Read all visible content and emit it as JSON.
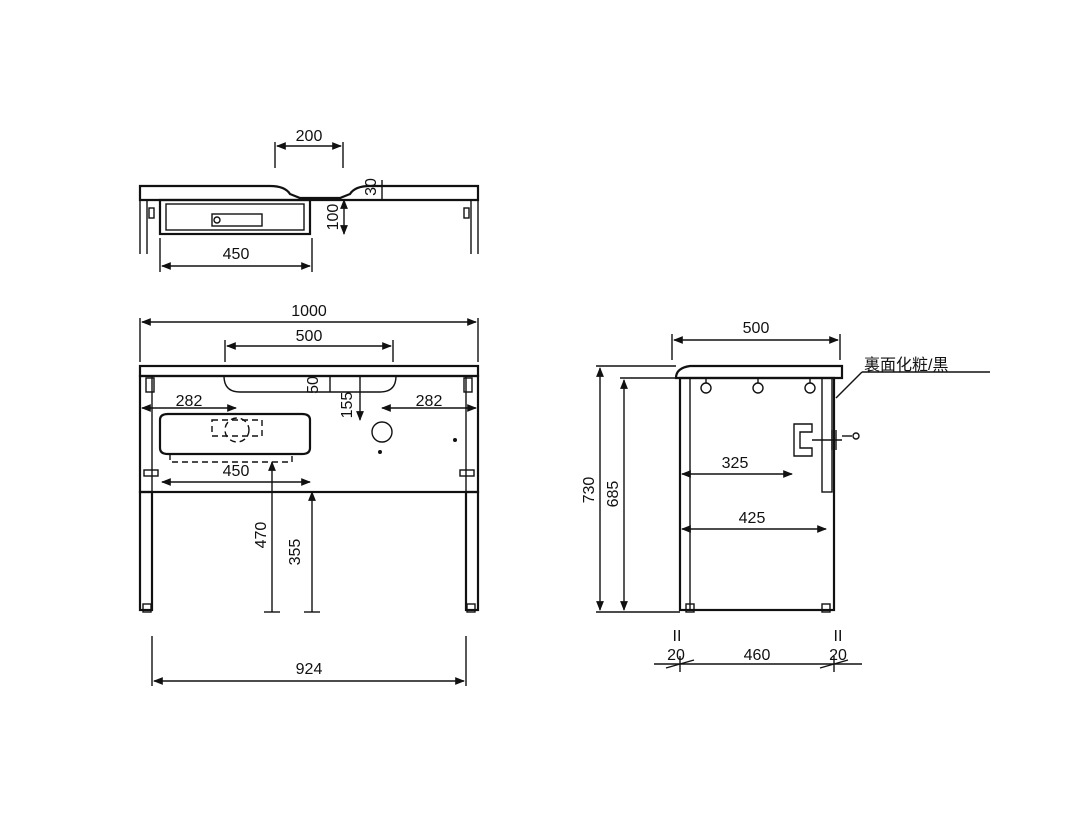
{
  "drawing": {
    "colors": {
      "line": "#111111",
      "background": "#ffffff"
    },
    "top_view": {
      "dims": {
        "notch_width": "200",
        "depth": "30",
        "drawer_height": "100",
        "drawer_width": "450"
      }
    },
    "front_view": {
      "dims": {
        "total_width": "1000",
        "sink_width": "500",
        "sink_depth": "50",
        "drain_offset": "155",
        "left_offset": "282",
        "right_offset": "282",
        "drawer_width": "450",
        "drawer_floor_height": "470",
        "tap_height": "355",
        "leg_span": "924"
      }
    },
    "side_view": {
      "dims": {
        "depth": "500",
        "height": "730",
        "inner_height": "685",
        "offset_a": "325",
        "offset_b": "425",
        "left_margin": "20",
        "center_span": "460",
        "right_margin": "20",
        "equal_mark_left": "II",
        "equal_mark_right": "II"
      },
      "back_label": "裏面化粧/黒"
    }
  }
}
